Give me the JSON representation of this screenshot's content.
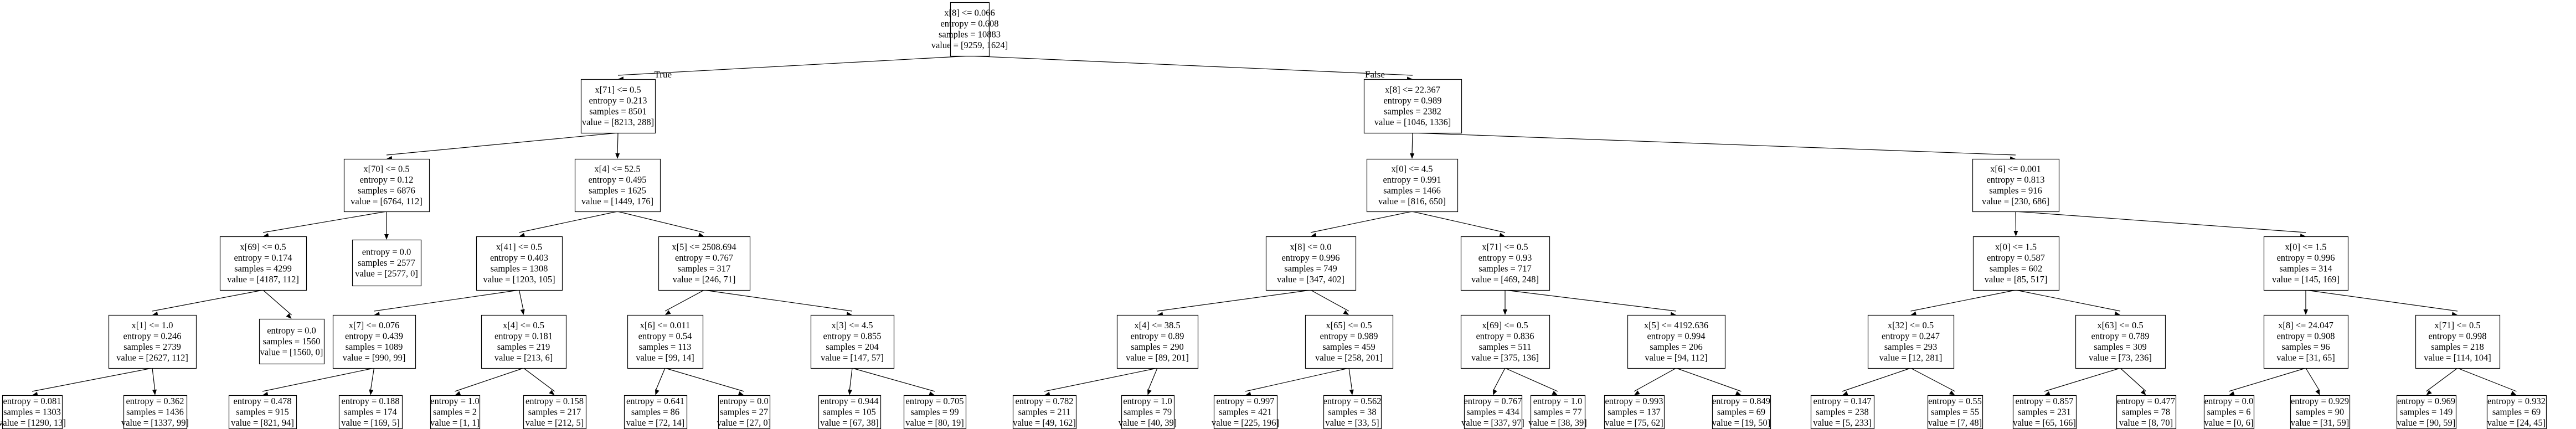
{
  "tree": {
    "nodes": [
      {
        "id": "n0",
        "lines": [
          "x[8] <= 0.066",
          "entropy = 0.608",
          "samples = 10883",
          "value = [9259, 1624]"
        ]
      },
      {
        "id": "n1",
        "lines": [
          "x[71] <= 0.5",
          "entropy = 0.213",
          "samples = 8501",
          "value = [8213, 288]"
        ]
      },
      {
        "id": "n2",
        "lines": [
          "x[8] <= 22.367",
          "entropy = 0.989",
          "samples = 2382",
          "value = [1046, 1336]"
        ]
      },
      {
        "id": "n3",
        "lines": [
          "x[70] <= 0.5",
          "entropy = 0.12",
          "samples = 6876",
          "value = [6764, 112]"
        ]
      },
      {
        "id": "n4",
        "lines": [
          "x[4] <= 52.5",
          "entropy = 0.495",
          "samples = 1625",
          "value = [1449, 176]"
        ]
      },
      {
        "id": "n5",
        "lines": [
          "x[0] <= 4.5",
          "entropy = 0.991",
          "samples = 1466",
          "value = [816, 650]"
        ]
      },
      {
        "id": "n6",
        "lines": [
          "x[6] <= 0.001",
          "entropy = 0.813",
          "samples = 916",
          "value = [230, 686]"
        ]
      },
      {
        "id": "n7",
        "lines": [
          "x[69] <= 0.5",
          "entropy = 0.174",
          "samples = 4299",
          "value = [4187, 112]"
        ]
      },
      {
        "id": "n8",
        "lines": [
          "entropy = 0.0",
          "samples = 2577",
          "value = [2577, 0]"
        ]
      },
      {
        "id": "n9",
        "lines": [
          "x[41] <= 0.5",
          "entropy = 0.403",
          "samples = 1308",
          "value = [1203, 105]"
        ]
      },
      {
        "id": "n10",
        "lines": [
          "x[5] <= 2508.694",
          "entropy = 0.767",
          "samples = 317",
          "value = [246, 71]"
        ]
      },
      {
        "id": "n11",
        "lines": [
          "x[8] <= 0.0",
          "entropy = 0.996",
          "samples = 749",
          "value = [347, 402]"
        ]
      },
      {
        "id": "n12",
        "lines": [
          "x[71] <= 0.5",
          "entropy = 0.93",
          "samples = 717",
          "value = [469, 248]"
        ]
      },
      {
        "id": "n13",
        "lines": [
          "x[0] <= 1.5",
          "entropy = 0.587",
          "samples = 602",
          "value = [85, 517]"
        ]
      },
      {
        "id": "n14",
        "lines": [
          "x[0] <= 1.5",
          "entropy = 0.996",
          "samples = 314",
          "value = [145, 169]"
        ]
      },
      {
        "id": "n15",
        "lines": [
          "x[1] <= 1.0",
          "entropy = 0.246",
          "samples = 2739",
          "value = [2627, 112]"
        ]
      },
      {
        "id": "n16",
        "lines": [
          "entropy = 0.0",
          "samples = 1560",
          "value = [1560, 0]"
        ]
      },
      {
        "id": "n17",
        "lines": [
          "x[7] <= 0.076",
          "entropy = 0.439",
          "samples = 1089",
          "value = [990, 99]"
        ]
      },
      {
        "id": "n18",
        "lines": [
          "x[4] <= 0.5",
          "entropy = 0.181",
          "samples = 219",
          "value = [213, 6]"
        ]
      },
      {
        "id": "n19",
        "lines": [
          "x[6] <= 0.011",
          "entropy = 0.54",
          "samples = 113",
          "value = [99, 14]"
        ]
      },
      {
        "id": "n20",
        "lines": [
          "x[3] <= 4.5",
          "entropy = 0.855",
          "samples = 204",
          "value = [147, 57]"
        ]
      },
      {
        "id": "n21",
        "lines": [
          "x[4] <= 38.5",
          "entropy = 0.89",
          "samples = 290",
          "value = [89, 201]"
        ]
      },
      {
        "id": "n22",
        "lines": [
          "x[65] <= 0.5",
          "entropy = 0.989",
          "samples = 459",
          "value = [258, 201]"
        ]
      },
      {
        "id": "n23",
        "lines": [
          "x[69] <= 0.5",
          "entropy = 0.836",
          "samples = 511",
          "value = [375, 136]"
        ]
      },
      {
        "id": "n24",
        "lines": [
          "x[5] <= 4192.636",
          "entropy = 0.994",
          "samples = 206",
          "value = [94, 112]"
        ]
      },
      {
        "id": "n25",
        "lines": [
          "x[32] <= 0.5",
          "entropy = 0.247",
          "samples = 293",
          "value = [12, 281]"
        ]
      },
      {
        "id": "n26",
        "lines": [
          "x[63] <= 0.5",
          "entropy = 0.789",
          "samples = 309",
          "value = [73, 236]"
        ]
      },
      {
        "id": "n27",
        "lines": [
          "x[8] <= 24.047",
          "entropy = 0.908",
          "samples = 96",
          "value = [31, 65]"
        ]
      },
      {
        "id": "n28",
        "lines": [
          "x[71] <= 0.5",
          "entropy = 0.998",
          "samples = 218",
          "value = [114, 104]"
        ]
      },
      {
        "id": "n29",
        "lines": [
          "entropy = 0.081",
          "samples = 1303",
          "value = [1290, 13]"
        ]
      },
      {
        "id": "n30",
        "lines": [
          "entropy = 0.362",
          "samples = 1436",
          "value = [1337, 99]"
        ]
      },
      {
        "id": "n31",
        "lines": [
          "entropy = 0.478",
          "samples = 915",
          "value = [821, 94]"
        ]
      },
      {
        "id": "n32",
        "lines": [
          "entropy = 0.188",
          "samples = 174",
          "value = [169, 5]"
        ]
      },
      {
        "id": "n33",
        "lines": [
          "entropy = 1.0",
          "samples = 2",
          "value = [1, 1]"
        ]
      },
      {
        "id": "n34",
        "lines": [
          "entropy = 0.158",
          "samples = 217",
          "value = [212, 5]"
        ]
      },
      {
        "id": "n35",
        "lines": [
          "entropy = 0.641",
          "samples = 86",
          "value = [72, 14]"
        ]
      },
      {
        "id": "n36",
        "lines": [
          "entropy = 0.0",
          "samples = 27",
          "value = [27, 0]"
        ]
      },
      {
        "id": "n37",
        "lines": [
          "entropy = 0.944",
          "samples = 105",
          "value = [67, 38]"
        ]
      },
      {
        "id": "n38",
        "lines": [
          "entropy = 0.705",
          "samples = 99",
          "value = [80, 19]"
        ]
      },
      {
        "id": "n39",
        "lines": [
          "entropy = 0.782",
          "samples = 211",
          "value = [49, 162]"
        ]
      },
      {
        "id": "n40",
        "lines": [
          "entropy = 1.0",
          "samples = 79",
          "value = [40, 39]"
        ]
      },
      {
        "id": "n41",
        "lines": [
          "entropy = 0.997",
          "samples = 421",
          "value = [225, 196]"
        ]
      },
      {
        "id": "n42",
        "lines": [
          "entropy = 0.562",
          "samples = 38",
          "value = [33, 5]"
        ]
      },
      {
        "id": "n43",
        "lines": [
          "entropy = 0.767",
          "samples = 434",
          "value = [337, 97]"
        ]
      },
      {
        "id": "n44",
        "lines": [
          "entropy = 1.0",
          "samples = 77",
          "value = [38, 39]"
        ]
      },
      {
        "id": "n45",
        "lines": [
          "entropy = 0.993",
          "samples = 137",
          "value = [75, 62]"
        ]
      },
      {
        "id": "n46",
        "lines": [
          "entropy = 0.849",
          "samples = 69",
          "value = [19, 50]"
        ]
      },
      {
        "id": "n47",
        "lines": [
          "entropy = 0.147",
          "samples = 238",
          "value = [5, 233]"
        ]
      },
      {
        "id": "n48",
        "lines": [
          "entropy = 0.55",
          "samples = 55",
          "value = [7, 48]"
        ]
      },
      {
        "id": "n49",
        "lines": [
          "entropy = 0.857",
          "samples = 231",
          "value = [65, 166]"
        ]
      },
      {
        "id": "n50",
        "lines": [
          "entropy = 0.477",
          "samples = 78",
          "value = [8, 70]"
        ]
      },
      {
        "id": "n51",
        "lines": [
          "entropy = 0.0",
          "samples = 6",
          "value = [0, 6]"
        ]
      },
      {
        "id": "n52",
        "lines": [
          "entropy = 0.929",
          "samples = 90",
          "value = [31, 59]"
        ]
      },
      {
        "id": "n53",
        "lines": [
          "entropy = 0.969",
          "samples = 149",
          "value = [90, 59]"
        ]
      },
      {
        "id": "n54",
        "lines": [
          "entropy = 0.932",
          "samples = 69",
          "value = [24, 45]"
        ]
      }
    ],
    "edges": [
      {
        "from": "n0",
        "to": "n1",
        "label": "True"
      },
      {
        "from": "n0",
        "to": "n2",
        "label": "False"
      },
      {
        "from": "n1",
        "to": "n3"
      },
      {
        "from": "n1",
        "to": "n4"
      },
      {
        "from": "n2",
        "to": "n5"
      },
      {
        "from": "n2",
        "to": "n6"
      },
      {
        "from": "n3",
        "to": "n7"
      },
      {
        "from": "n3",
        "to": "n8"
      },
      {
        "from": "n4",
        "to": "n9"
      },
      {
        "from": "n4",
        "to": "n10"
      },
      {
        "from": "n5",
        "to": "n11"
      },
      {
        "from": "n5",
        "to": "n12"
      },
      {
        "from": "n6",
        "to": "n13"
      },
      {
        "from": "n6",
        "to": "n14"
      },
      {
        "from": "n7",
        "to": "n15"
      },
      {
        "from": "n7",
        "to": "n16"
      },
      {
        "from": "n9",
        "to": "n17"
      },
      {
        "from": "n9",
        "to": "n18"
      },
      {
        "from": "n10",
        "to": "n19"
      },
      {
        "from": "n10",
        "to": "n20"
      },
      {
        "from": "n11",
        "to": "n21"
      },
      {
        "from": "n11",
        "to": "n22"
      },
      {
        "from": "n12",
        "to": "n23"
      },
      {
        "from": "n12",
        "to": "n24"
      },
      {
        "from": "n13",
        "to": "n25"
      },
      {
        "from": "n13",
        "to": "n26"
      },
      {
        "from": "n14",
        "to": "n27"
      },
      {
        "from": "n14",
        "to": "n28"
      },
      {
        "from": "n15",
        "to": "n29"
      },
      {
        "from": "n15",
        "to": "n30"
      },
      {
        "from": "n17",
        "to": "n31"
      },
      {
        "from": "n17",
        "to": "n32"
      },
      {
        "from": "n18",
        "to": "n33"
      },
      {
        "from": "n18",
        "to": "n34"
      },
      {
        "from": "n19",
        "to": "n35"
      },
      {
        "from": "n19",
        "to": "n36"
      },
      {
        "from": "n20",
        "to": "n37"
      },
      {
        "from": "n20",
        "to": "n38"
      },
      {
        "from": "n21",
        "to": "n39"
      },
      {
        "from": "n21",
        "to": "n40"
      },
      {
        "from": "n22",
        "to": "n41"
      },
      {
        "from": "n22",
        "to": "n42"
      },
      {
        "from": "n23",
        "to": "n43"
      },
      {
        "from": "n23",
        "to": "n44"
      },
      {
        "from": "n24",
        "to": "n45"
      },
      {
        "from": "n24",
        "to": "n46"
      },
      {
        "from": "n25",
        "to": "n47"
      },
      {
        "from": "n25",
        "to": "n48"
      },
      {
        "from": "n26",
        "to": "n49"
      },
      {
        "from": "n26",
        "to": "n50"
      },
      {
        "from": "n27",
        "to": "n51"
      },
      {
        "from": "n27",
        "to": "n52"
      },
      {
        "from": "n28",
        "to": "n53"
      },
      {
        "from": "n28",
        "to": "n54"
      }
    ]
  },
  "colors": {
    "stroke": "#000000",
    "background": "#ffffff",
    "text": "#000000"
  }
}
